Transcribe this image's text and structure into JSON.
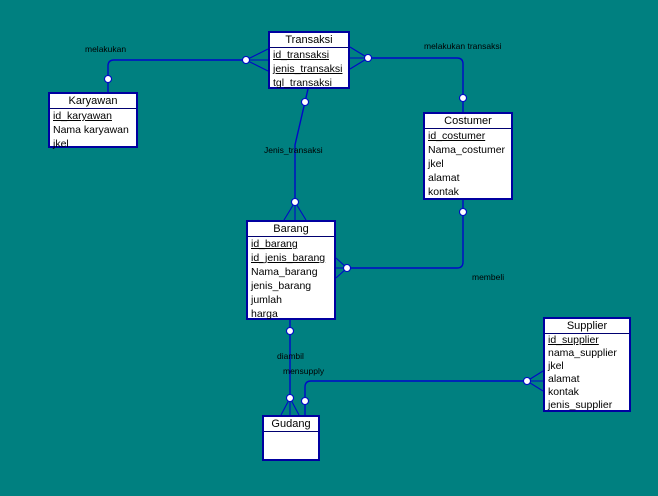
{
  "diagram": {
    "background_color": "#008080",
    "box_border_color": "#0000a0",
    "connector_color": "#0008c8",
    "cardinality_dot_color": "#ffffff",
    "text_color": "#000000"
  },
  "entities": {
    "transaksi": {
      "title": "Transaksi",
      "fields": [
        "id_transaksi",
        "jenis_transaksi",
        "tgl_transaksi"
      ],
      "primary_keys": [
        "id_transaksi",
        "jenis_transaksi"
      ]
    },
    "karyawan": {
      "title": "Karyawan",
      "fields": [
        "id_karyawan",
        "Nama karyawan",
        "jkel"
      ],
      "primary_keys": [
        "id_karyawan"
      ]
    },
    "costumer": {
      "title": "Costumer",
      "fields": [
        "id_costumer",
        "Nama_costumer",
        "jkel",
        "alamat",
        "kontak"
      ],
      "primary_keys": [
        "id_costumer"
      ]
    },
    "barang": {
      "title": "Barang",
      "fields": [
        "id_barang",
        "id_jenis_barang",
        "Nama_barang",
        "jenis_barang",
        "jumlah",
        "harga"
      ],
      "primary_keys": [
        "id_barang",
        "id_jenis_barang"
      ]
    },
    "supplier": {
      "title": "Supplier",
      "fields": [
        "id_supplier",
        "nama_supplier",
        "jkel",
        "alamat",
        "kontak",
        "jenis_supplier"
      ],
      "primary_keys": [
        "id_supplier"
      ]
    },
    "gudang": {
      "title": "Gudang",
      "fields": []
    }
  },
  "relationships": {
    "melakukan": "melakukan",
    "melakukan_transaksi": "melakukan transaksi",
    "jenis_transaksi": "Jenis_transaksi",
    "membeli": "membeli",
    "diambil": "diambil",
    "mensupply": "mensupply"
  }
}
